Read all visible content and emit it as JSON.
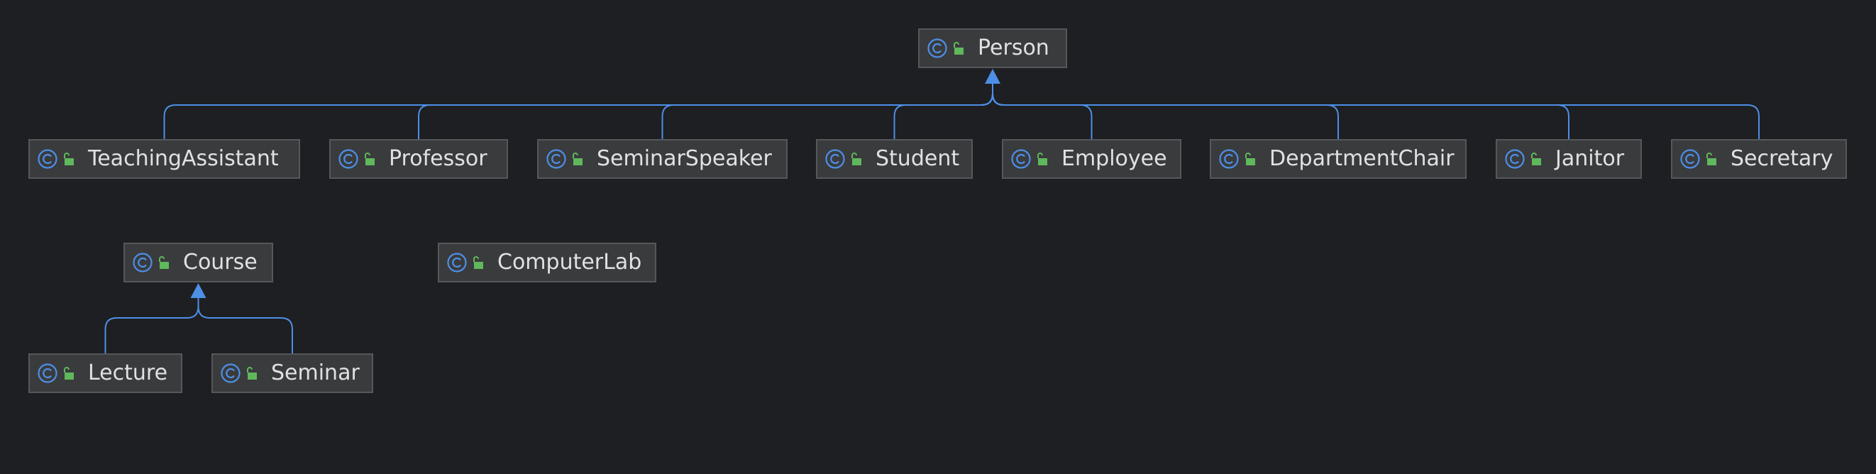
{
  "diagram": {
    "colors": {
      "background": "#1e1f22",
      "node_fill": "#3a3b3d",
      "node_border": "#55575b",
      "edge": "#4d8fe6",
      "class_icon": "#4d8fe6",
      "visibility_icon": "#5fb85c",
      "text": "#dfe1e5"
    },
    "icons": {
      "class": "class-c-icon",
      "visibility": "public-lock-icon"
    },
    "nodes": [
      {
        "id": "person",
        "label": "Person"
      },
      {
        "id": "teaching_assistant",
        "label": "TeachingAssistant"
      },
      {
        "id": "professor",
        "label": "Professor"
      },
      {
        "id": "seminar_speaker",
        "label": "SeminarSpeaker"
      },
      {
        "id": "student",
        "label": "Student"
      },
      {
        "id": "employee",
        "label": "Employee"
      },
      {
        "id": "department_chair",
        "label": "DepartmentChair"
      },
      {
        "id": "janitor",
        "label": "Janitor"
      },
      {
        "id": "secretary",
        "label": "Secretary"
      },
      {
        "id": "course",
        "label": "Course"
      },
      {
        "id": "computer_lab",
        "label": "ComputerLab"
      },
      {
        "id": "lecture",
        "label": "Lecture"
      },
      {
        "id": "seminar",
        "label": "Seminar"
      }
    ],
    "edges": [
      {
        "from": "teaching_assistant",
        "to": "person",
        "type": "extends"
      },
      {
        "from": "professor",
        "to": "person",
        "type": "extends"
      },
      {
        "from": "seminar_speaker",
        "to": "person",
        "type": "extends"
      },
      {
        "from": "student",
        "to": "person",
        "type": "extends"
      },
      {
        "from": "employee",
        "to": "person",
        "type": "extends"
      },
      {
        "from": "department_chair",
        "to": "person",
        "type": "extends"
      },
      {
        "from": "janitor",
        "to": "person",
        "type": "extends"
      },
      {
        "from": "secretary",
        "to": "person",
        "type": "extends"
      },
      {
        "from": "lecture",
        "to": "course",
        "type": "extends"
      },
      {
        "from": "seminar",
        "to": "course",
        "type": "extends"
      }
    ]
  }
}
